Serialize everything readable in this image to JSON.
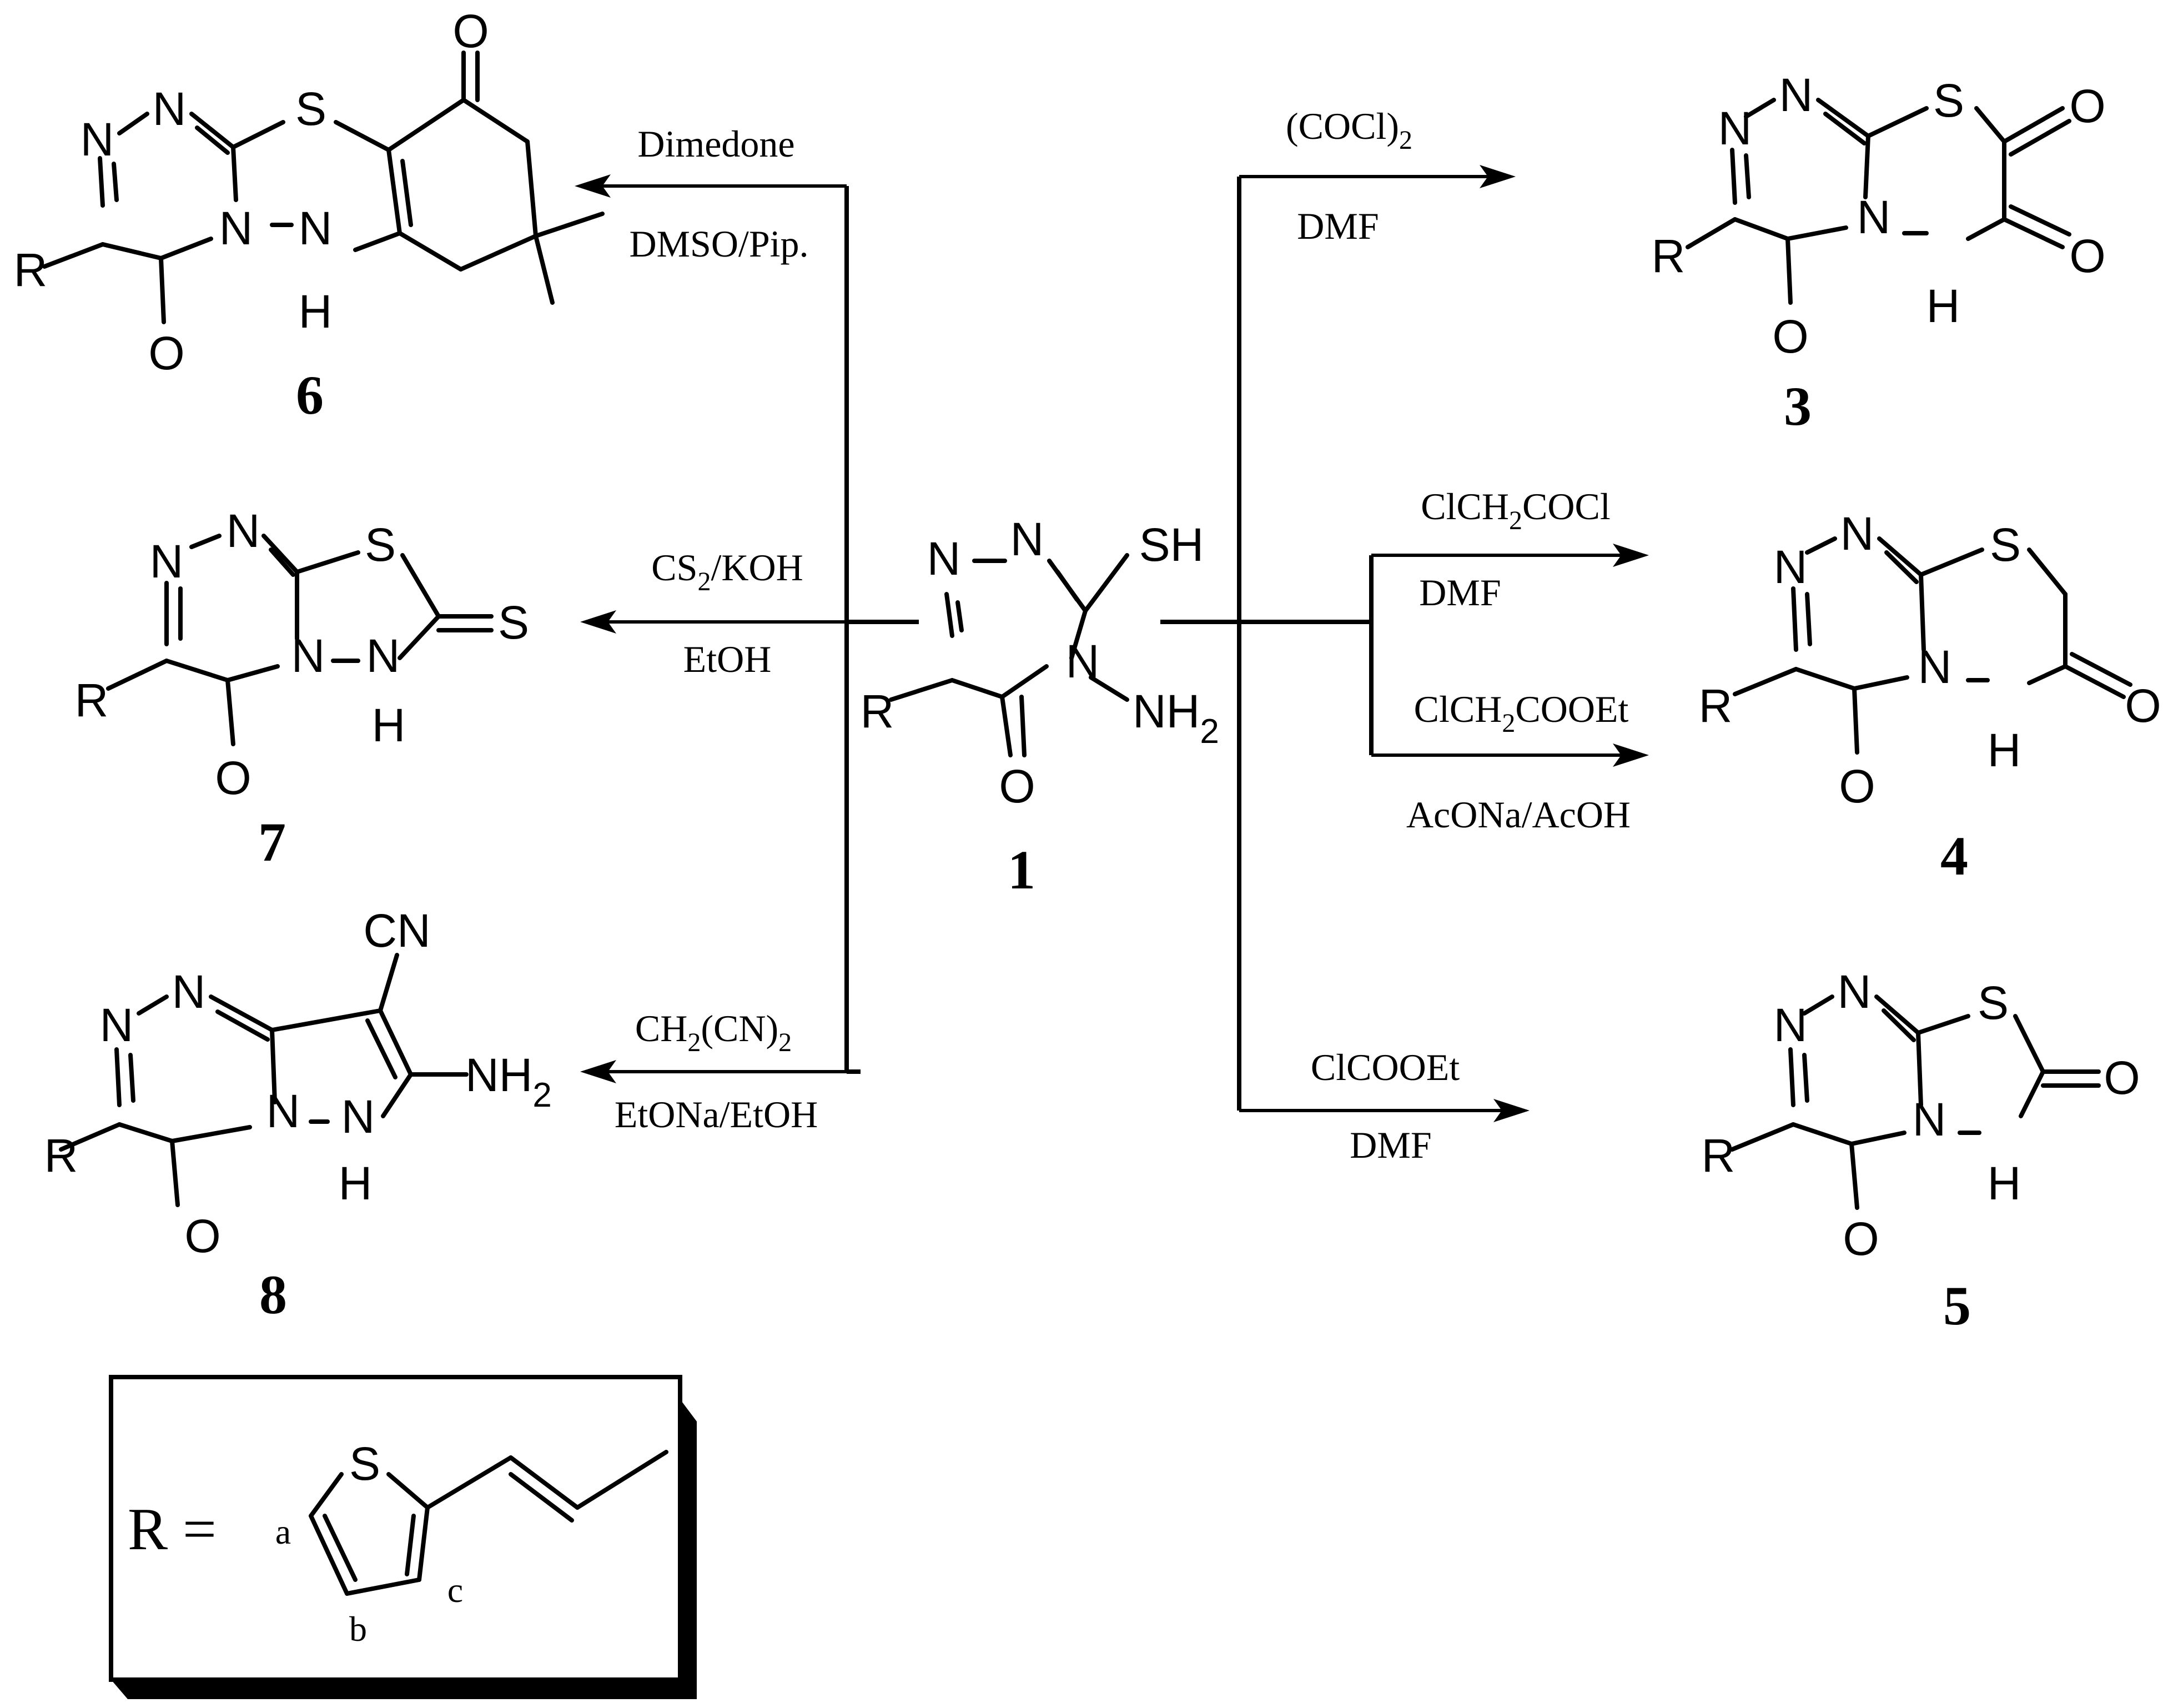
{
  "compounds": {
    "c1": {
      "number": "1",
      "atoms": {
        "n1": "N",
        "n2": "N",
        "sh": "SH",
        "n4": "N",
        "r": "R",
        "o": "O",
        "nh2": "NH",
        "nh2_sub": "2"
      }
    },
    "c3": {
      "number": "3",
      "atoms": {
        "n1": "N",
        "n2": "N",
        "s": "S",
        "o_top": "O",
        "o_right": "O",
        "n_ring": "N",
        "nh": "H",
        "r": "R",
        "o": "O"
      }
    },
    "c4": {
      "number": "4",
      "atoms": {
        "n1": "N",
        "n2": "N",
        "s": "S",
        "n_ring": "N",
        "nh": "H",
        "o_right": "O",
        "r": "R",
        "o": "O"
      }
    },
    "c5": {
      "number": "5",
      "atoms": {
        "n1": "N",
        "n2": "N",
        "s": "S",
        "o_right": "O",
        "n_ring": "N",
        "nh": "H",
        "r": "R",
        "o": "O"
      }
    },
    "c6": {
      "number": "6",
      "atoms": {
        "n1": "N",
        "n2": "N",
        "s": "S",
        "o_top": "O",
        "n_ring": "N",
        "nh_n": "N",
        "nh": "H",
        "r": "R",
        "o": "O"
      }
    },
    "c7": {
      "number": "7",
      "atoms": {
        "n1": "N",
        "n2": "N",
        "s": "S",
        "s_thione": "S",
        "n_ring": "N",
        "nh_n": "N",
        "nh": "H",
        "r": "R",
        "o": "O"
      }
    },
    "c8": {
      "number": "8",
      "atoms": {
        "n1": "N",
        "n2": "N",
        "cn": "CN",
        "nh2": "NH",
        "nh2_sub": "2",
        "n_ring": "N",
        "nh_n": "N",
        "nh": "H",
        "r": "R",
        "o": "O"
      }
    }
  },
  "conditions": {
    "to6_top": "Dimedone",
    "to6_bottom": "DMSO/Pip.",
    "to7_top_main": "CS",
    "to7_top_sub": "2",
    "to7_top_tail": "/KOH",
    "to7_bottom": "EtOH",
    "to8_top_main": "CH",
    "to8_top_sub": "2",
    "to8_top_mid": "(CN)",
    "to8_top_sub2": "2",
    "to8_bottom": "EtONa/EtOH",
    "to3_top_main": "(COCl)",
    "to3_top_sub": "2",
    "to3_bottom": "DMF",
    "to4a_top_main": "ClCH",
    "to4a_top_sub": "2",
    "to4a_top_tail": "COCl",
    "to4a_bottom": "DMF",
    "to4b_top_main": "ClCH",
    "to4b_top_sub": "2",
    "to4b_top_tail": "COOEt",
    "to4b_bottom": "AcONa/AcOH",
    "to5_top": "ClCOOEt",
    "to5_bottom": "DMF"
  },
  "r_group": {
    "label": "R =",
    "s_atom": "S",
    "pos_a": "a",
    "pos_b": "b",
    "pos_c": "c"
  }
}
